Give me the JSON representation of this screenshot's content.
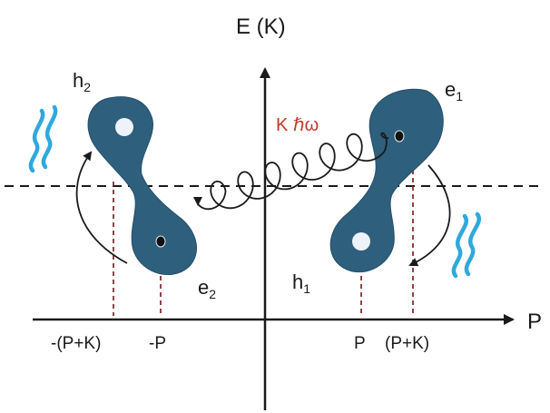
{
  "axes": {
    "y_label": "E (K)",
    "x_label": "P"
  },
  "ticks": {
    "neg_p_plus_k": "-(P+K)",
    "neg_p": "-P",
    "p": "P",
    "p_plus_k": "(P+K)"
  },
  "particles": {
    "h2": {
      "base": "h",
      "sub": "2"
    },
    "e2": {
      "base": "e",
      "sub": "2"
    },
    "e1": {
      "base": "e",
      "sub": "1"
    },
    "h1": {
      "base": "h",
      "sub": "1"
    }
  },
  "photon": {
    "label": "K ℏω"
  },
  "colors": {
    "lobe": "#2e5f7c",
    "lobe_edge": "#24506a",
    "hole": "#eef3fb",
    "guide": "#8a2b35",
    "photon_text": "#c0392b",
    "wave": "#2fa8dd",
    "axis": "#1a1a1a"
  }
}
